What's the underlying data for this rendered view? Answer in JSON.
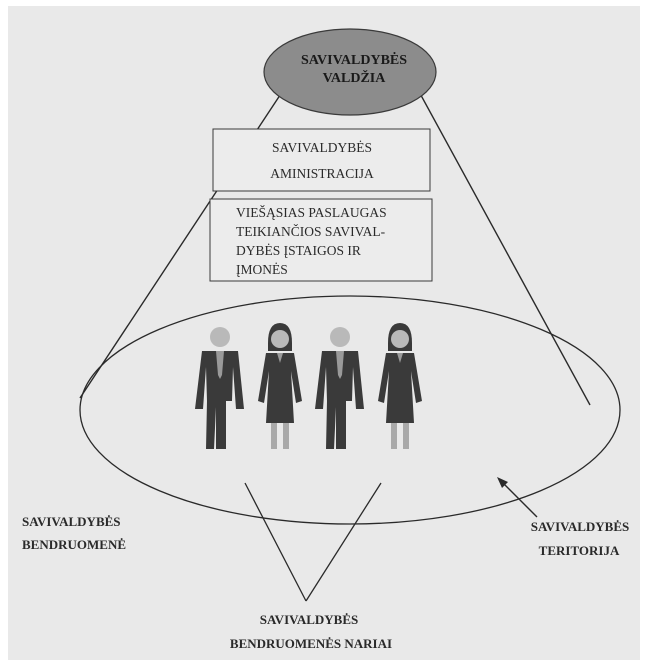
{
  "government": {
    "line1": "SAVIVALDYBĖS",
    "line2": "VALDŽIA"
  },
  "administration": {
    "line1": "SAVIVALDYBĖS",
    "line2": "AMINISTRACIJA"
  },
  "institutions": {
    "line1": "VIEŠĄSIAS PASLAUGAS",
    "line2": "TEIKIANČIOS SAVIVAL-",
    "line3": "DYBĖS ĮSTAIGOS IR",
    "line4": "ĮMONĖS"
  },
  "community": {
    "line1": "SAVIVALDYBĖS",
    "line2": "BENDRUOMENĖ"
  },
  "members": {
    "line1": "SAVIVALDYBĖS",
    "line2": "BENDRUOMENĖS NARIAI"
  },
  "territory": {
    "line1": "SAVIVALDYBĖS",
    "line2": "TERITORIJA"
  },
  "colors": {
    "page": "#e9e9e9",
    "government_fill": "#8c8c8c",
    "ink": "#2a2a2a",
    "suit": "#3a3a3a",
    "head": "#b9b9b9",
    "legs_light": "#a9a9a9"
  }
}
